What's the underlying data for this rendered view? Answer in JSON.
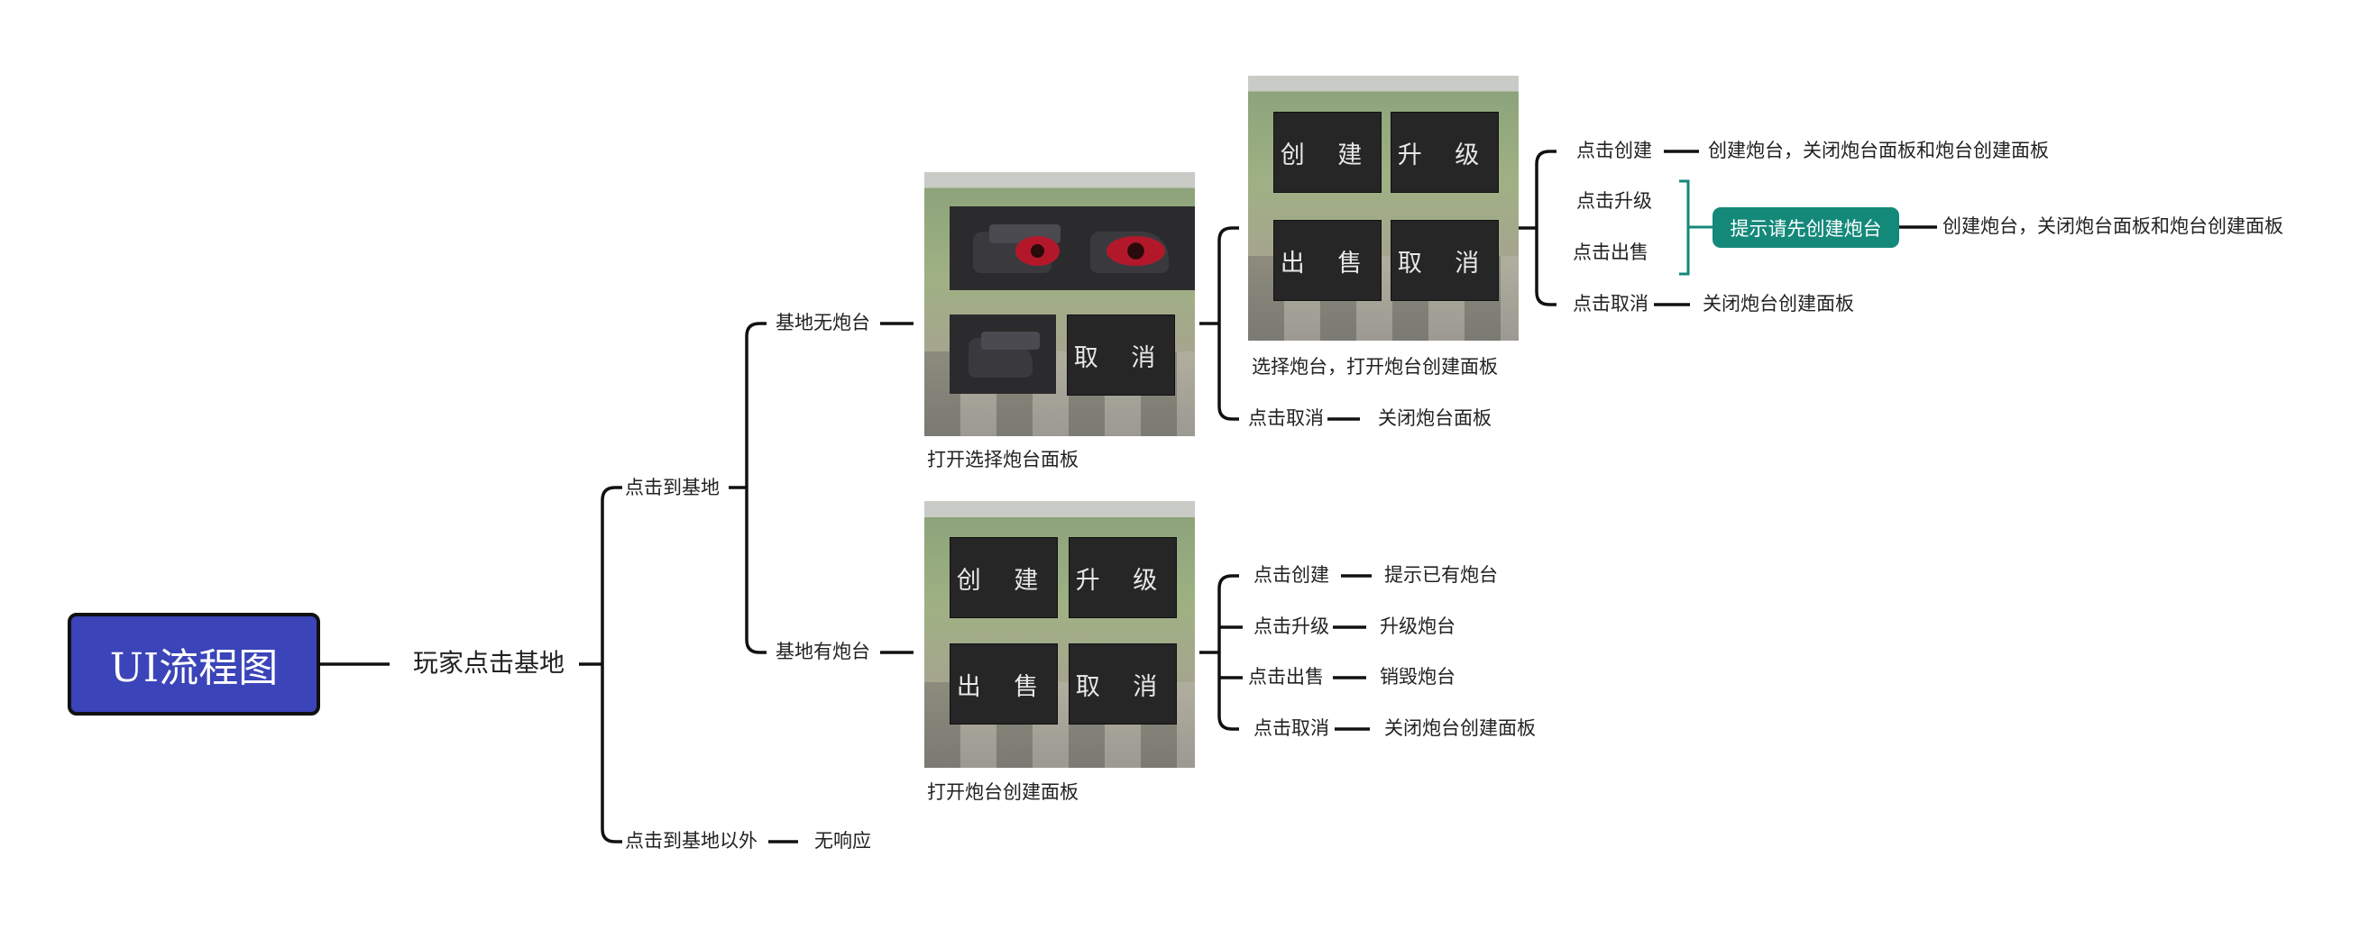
{
  "root": {
    "title": "UI流程图"
  },
  "level1": {
    "label": "玩家点击基地"
  },
  "level2": {
    "click_base": "点击到基地",
    "click_outside": "点击到基地以外",
    "no_response": "无响应"
  },
  "branch_no_turret": {
    "label": "基地无炮台",
    "panel_caption": "打开选择炮台面板",
    "panel_cancel": "取 消",
    "select_caption": "选择炮台，打开炮台创建面板",
    "click_cancel": "点击取消",
    "close_panel": "关闭炮台面板",
    "create_panel": {
      "create": "创 建",
      "upgrade": "升 级",
      "sell": "出 售",
      "cancel": "取 消"
    },
    "actions": {
      "create": "点击创建",
      "create_result": "创建炮台，关闭炮台面板和炮台创建面板",
      "upgrade": "点击升级",
      "sell": "点击出售",
      "hint": "提示请先创建炮台",
      "hint_result": "创建炮台，关闭炮台面板和炮台创建面板",
      "cancel": "点击取消",
      "cancel_result": "关闭炮台创建面板"
    }
  },
  "branch_has_turret": {
    "label": "基地有炮台",
    "panel_caption": "打开炮台创建面板",
    "create_panel": {
      "create": "创 建",
      "upgrade": "升 级",
      "sell": "出 售",
      "cancel": "取 消"
    },
    "actions": [
      {
        "label": "点击创建",
        "result": "提示已有炮台"
      },
      {
        "label": "点击升级",
        "result": "升级炮台"
      },
      {
        "label": "点击出售",
        "result": "销毁炮台"
      },
      {
        "label": "点击取消",
        "result": "关闭炮台创建面板"
      }
    ]
  },
  "colors": {
    "root_fill": "#3b44b8",
    "callout_fill": "#14897a",
    "line": "#111111"
  }
}
